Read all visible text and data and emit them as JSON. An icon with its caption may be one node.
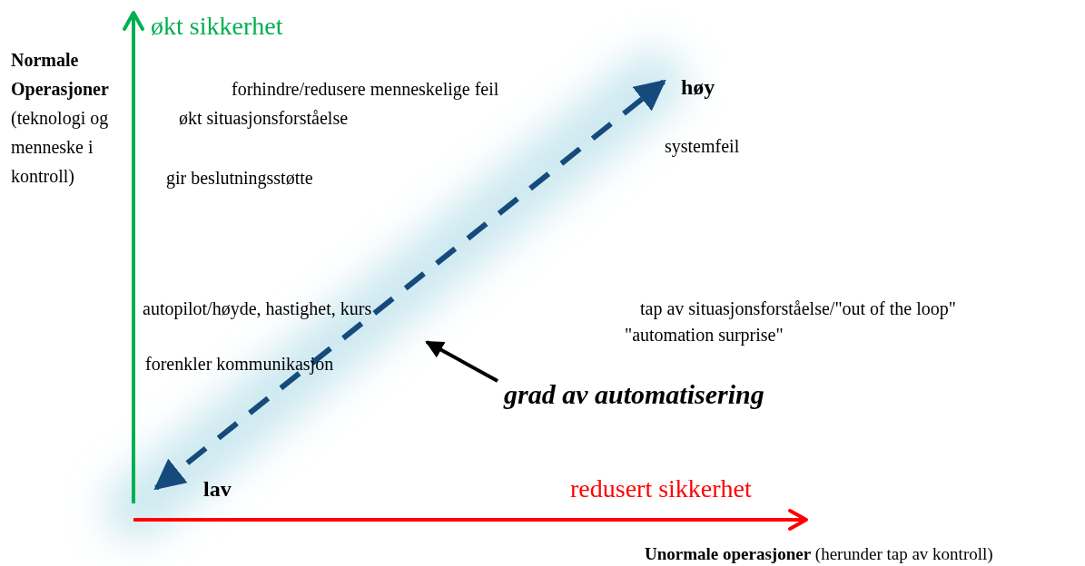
{
  "diagram": {
    "nodes": [
      {
        "text": [
          "lav"
        ]
      },
      {
        "text": [
          "høy"
        ]
      },
      {
        "text": [
          "grad av automatisering"
        ]
      }
    ],
    "edges": [
      {
        "from": 0,
        "to": 1,
        "arrow": "both",
        "style": "dashed",
        "color": "#174a7c"
      },
      {
        "from": 2,
        "to": null,
        "arrow": "to",
        "color": "#000000"
      }
    ],
    "labels": [
      "økt sikkerhet",
      "**Normale Operasjoner** (teknologi og menneske i kontroll)",
      "forhindre/redusere menneskelige feil",
      "økt situasjonsforståelse",
      "systemfeil",
      "gir beslutningsstøtte",
      "autopilot/høyde, hastighet, kurs",
      "tap av situasjonsforståelse/\"out of the loop\"",
      "\"automation surprise\"",
      "forenkler kommunikasjon",
      "redusert sikkerhet",
      "**Unormale operasjoner** (herunder tap av kontroll)"
    ]
  }
}
